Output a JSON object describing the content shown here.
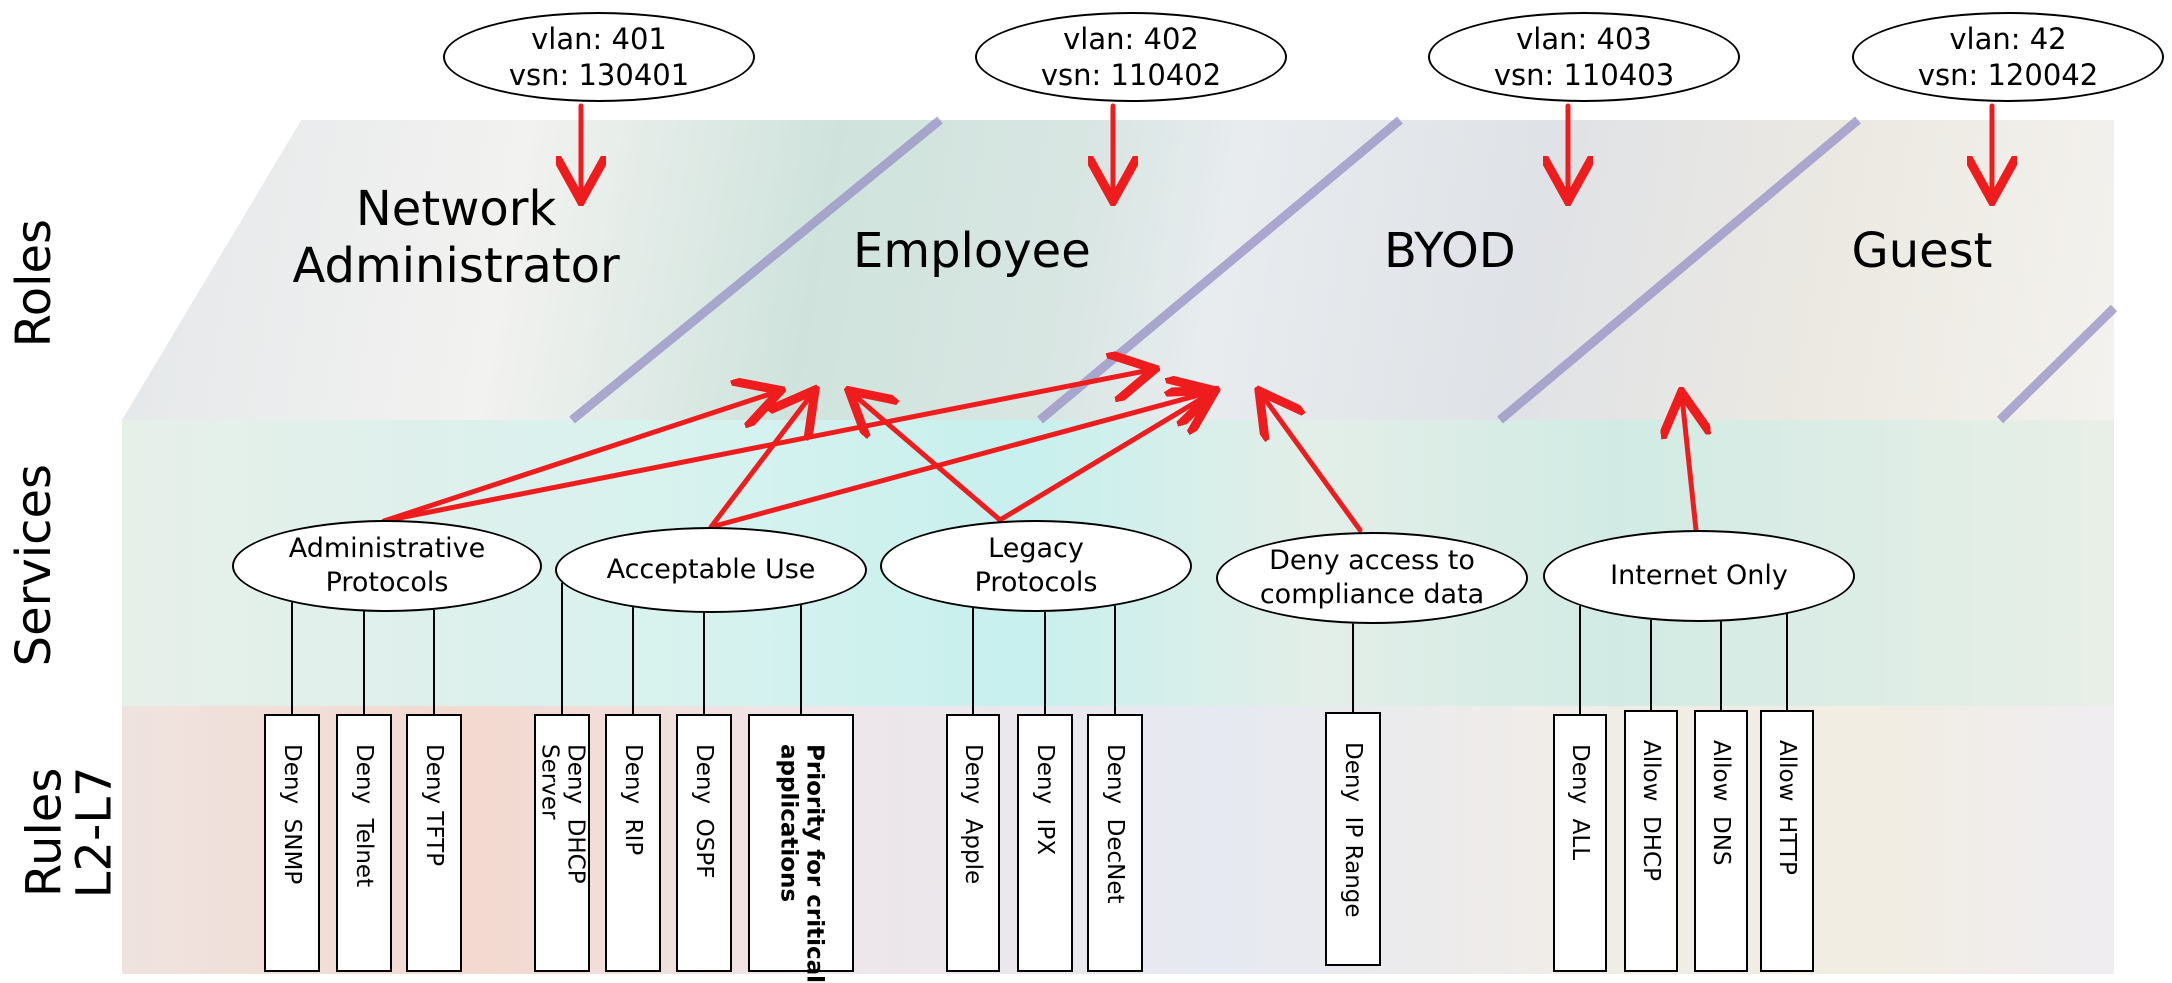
{
  "side_labels": {
    "roles": "Roles",
    "services": "Services",
    "rules": "Rules\nL2-L7"
  },
  "roles": [
    {
      "name": "Network\nAdministrator",
      "vlan": "vlan: 401\nvsn: 130401"
    },
    {
      "name": "Employee",
      "vlan": "vlan: 402\nvsn: 110402"
    },
    {
      "name": "BYOD",
      "vlan": "vlan: 403\nvsn: 110403"
    },
    {
      "name": "Guest",
      "vlan": "vlan: 42\nvsn: 120042"
    }
  ],
  "services": [
    {
      "name": "Administrative\nProtocols"
    },
    {
      "name": "Acceptable Use"
    },
    {
      "name": "Legacy\nProtocols"
    },
    {
      "name": "Deny access to\ncompliance data"
    },
    {
      "name": "Internet Only"
    }
  ],
  "rules": [
    {
      "label": "Deny  SNMP",
      "service": 0
    },
    {
      "label": "Deny  Telnet",
      "service": 0
    },
    {
      "label": "Deny TFTP",
      "service": 0
    },
    {
      "label": "Deny  DHCP\nServer",
      "service": 1
    },
    {
      "label": "Deny  RIP",
      "service": 1
    },
    {
      "label": "Deny  OSPF",
      "service": 1
    },
    {
      "label": "Priority for critical\napplications",
      "service": 1,
      "bold": true
    },
    {
      "label": "Deny  Apple",
      "service": 2
    },
    {
      "label": "Deny  IPX",
      "service": 2
    },
    {
      "label": "Deny  DecNet",
      "service": 2
    },
    {
      "label": "Deny  IP Range",
      "service": 3
    },
    {
      "label": "Deny  ALL",
      "service": 4
    },
    {
      "label": "Allow  DHCP",
      "service": 4
    },
    {
      "label": "Allow  DNS",
      "service": 4
    },
    {
      "label": "Allow  HTTP",
      "service": 4
    }
  ],
  "colors": {
    "arrow": "#ee1c1c",
    "divider": "#9b96c8"
  }
}
